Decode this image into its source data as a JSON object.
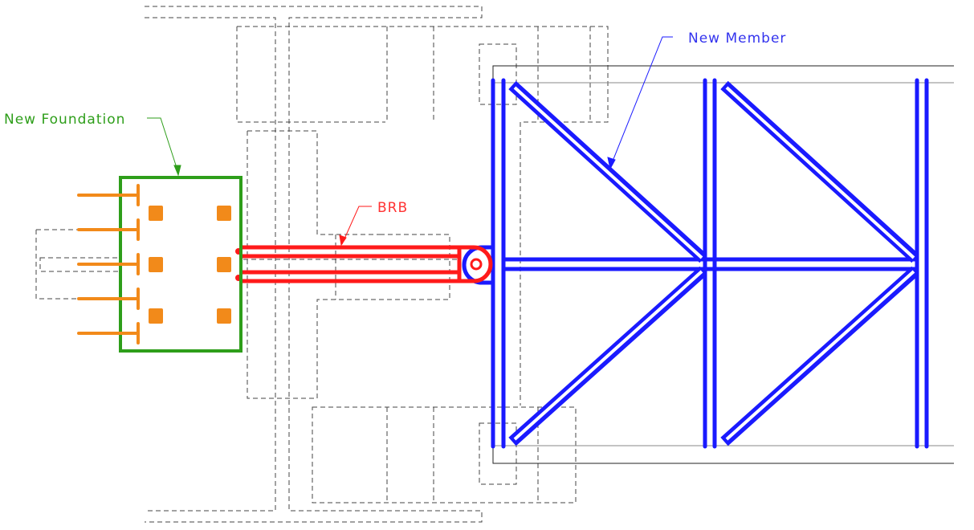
{
  "labels": {
    "foundation": "New Foundation",
    "brb": "BRB",
    "member": "New Member"
  },
  "colors": {
    "foundation": "#2e9e1a",
    "anchors": "#f28a1a",
    "brb": "#ff1a1a",
    "member": "#1a1aff",
    "existing": "#444444"
  }
}
